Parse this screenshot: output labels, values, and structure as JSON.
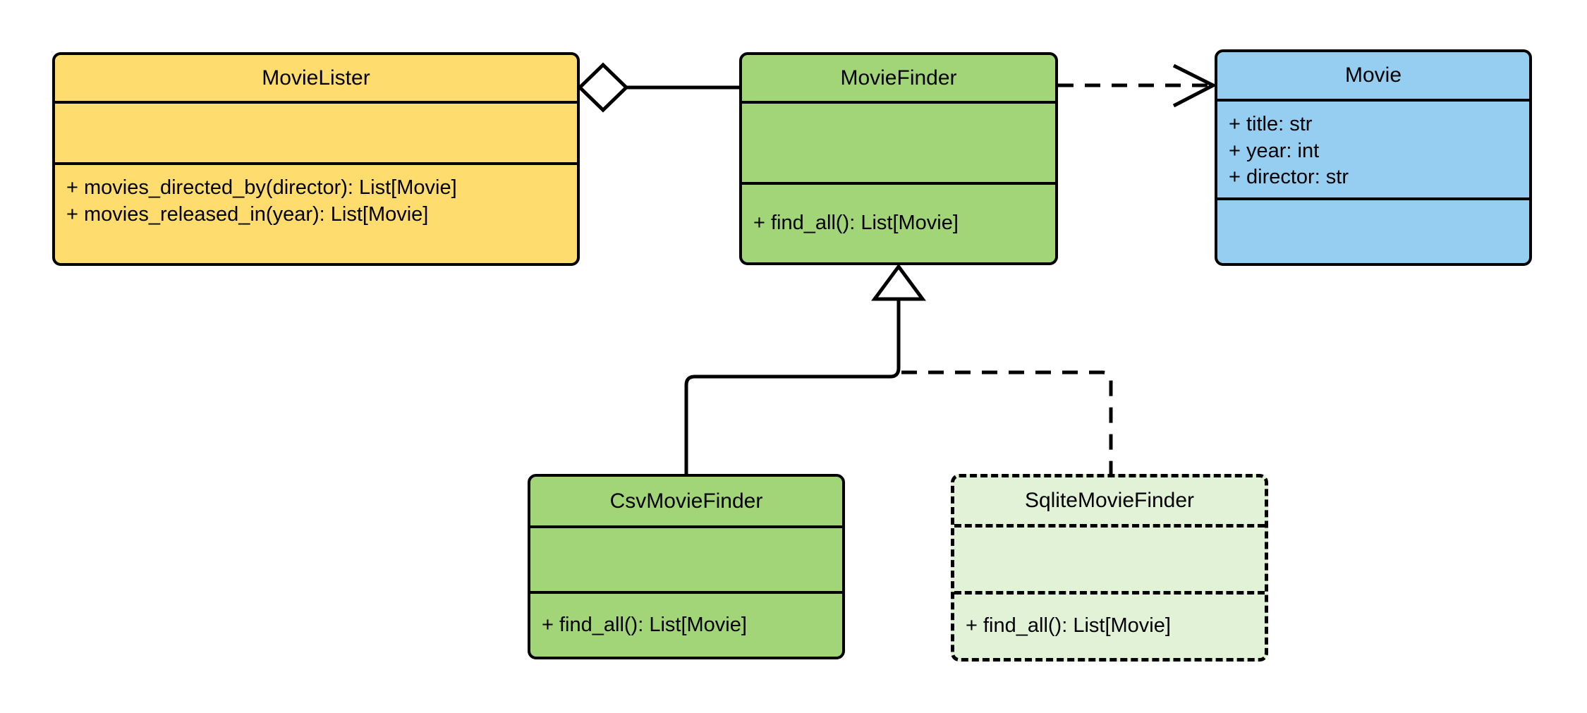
{
  "diagram": {
    "title": "Movie finder UML class diagram",
    "type": "uml-class-diagram",
    "background": "#ffffff"
  },
  "colors": {
    "yellow": "#ffdc6e",
    "green": "#a2d578",
    "blue": "#96cef2",
    "light_green": "#e1f2d6",
    "line": "#000000",
    "text": "#000000"
  },
  "classes": [
    {
      "id": "movie-lister",
      "name": "MovieLister",
      "fill": "#ffdc6e",
      "border_style": "solid",
      "attributes": [],
      "methods": [
        "+ movies_directed_by(director): List[Movie]",
        "+ movies_released_in(year): List[Movie]"
      ]
    },
    {
      "id": "movie-finder",
      "name": "MovieFinder",
      "fill": "#a2d578",
      "border_style": "solid",
      "attributes": [],
      "methods": [
        "+ find_all(): List[Movie]"
      ]
    },
    {
      "id": "movie",
      "name": "Movie",
      "fill": "#96cef2",
      "border_style": "solid",
      "attributes": [
        "+ title: str",
        "+ year: int",
        "+ director: str"
      ],
      "methods": []
    },
    {
      "id": "csv-movie-finder",
      "name": "CsvMovieFinder",
      "fill": "#a2d578",
      "border_style": "solid",
      "attributes": [],
      "methods": [
        "+ find_all(): List[Movie]"
      ]
    },
    {
      "id": "sqlite-movie-finder",
      "name": "SqliteMovieFinder",
      "fill": "#e1f2d6",
      "border_style": "dashed",
      "attributes": [],
      "methods": [
        "+ find_all(): List[Movie]"
      ]
    }
  ],
  "relationships": [
    {
      "id": "aggregation-lister-finder",
      "kind": "aggregation",
      "from": "MovieLister",
      "to": "MovieFinder",
      "line_style": "solid",
      "head": "hollow-diamond"
    },
    {
      "id": "dependency-finder-movie",
      "kind": "dependency",
      "from": "MovieFinder",
      "to": "Movie",
      "line_style": "dashed",
      "head": "open-arrow"
    },
    {
      "id": "inheritance-csv-finder",
      "kind": "generalization",
      "from": "CsvMovieFinder",
      "to": "MovieFinder",
      "line_style": "solid",
      "head": "hollow-triangle"
    },
    {
      "id": "inheritance-sqlite-finder",
      "kind": "generalization",
      "from": "SqliteMovieFinder",
      "to": "MovieFinder",
      "line_style": "dashed",
      "head": "hollow-triangle"
    }
  ]
}
